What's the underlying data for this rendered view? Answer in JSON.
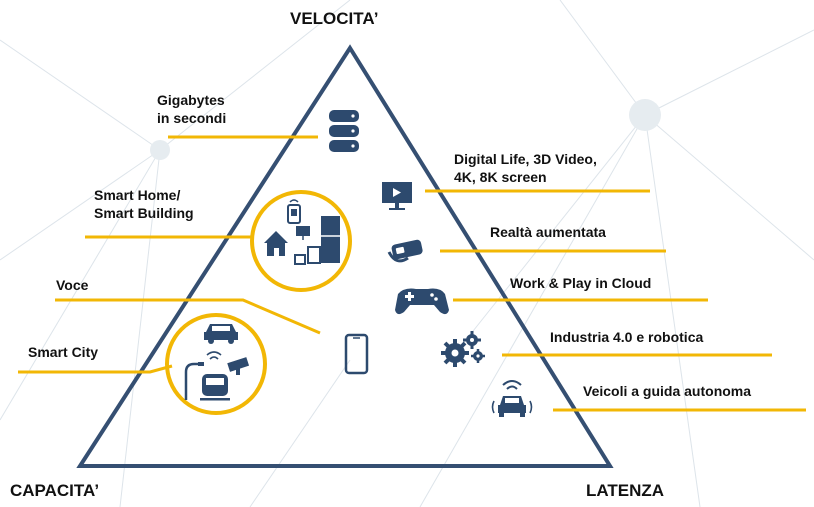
{
  "corners": {
    "top": "VELOCITA’",
    "left": "CAPACITA’",
    "right": "LATENZA"
  },
  "items": {
    "gigabytes": "Gigabytes\nin secondi",
    "smart_home": "Smart Home/\nSmart Building",
    "voce": "Voce",
    "smart_city": "Smart City",
    "digital_life": "Digital Life, 3D Video,\n4K, 8K screen",
    "realta": "Realtà aumentata",
    "work_play": "Work & Play in Cloud",
    "industria": "Industria 4.0 e robotica",
    "veicoli": "Veicoli a guida autonoma"
  },
  "colors": {
    "triangle": "#354f72",
    "accent": "#f2b705",
    "icon": "#2d4a6e",
    "network": "#d3dbe2"
  },
  "icons": [
    "database-icon",
    "monitor-play-icon",
    "vr-headset-icon",
    "gamepad-icon",
    "gears-icon",
    "autonomous-car-icon",
    "smartphone-icon",
    "smart-home-icon",
    "smart-city-icon"
  ]
}
